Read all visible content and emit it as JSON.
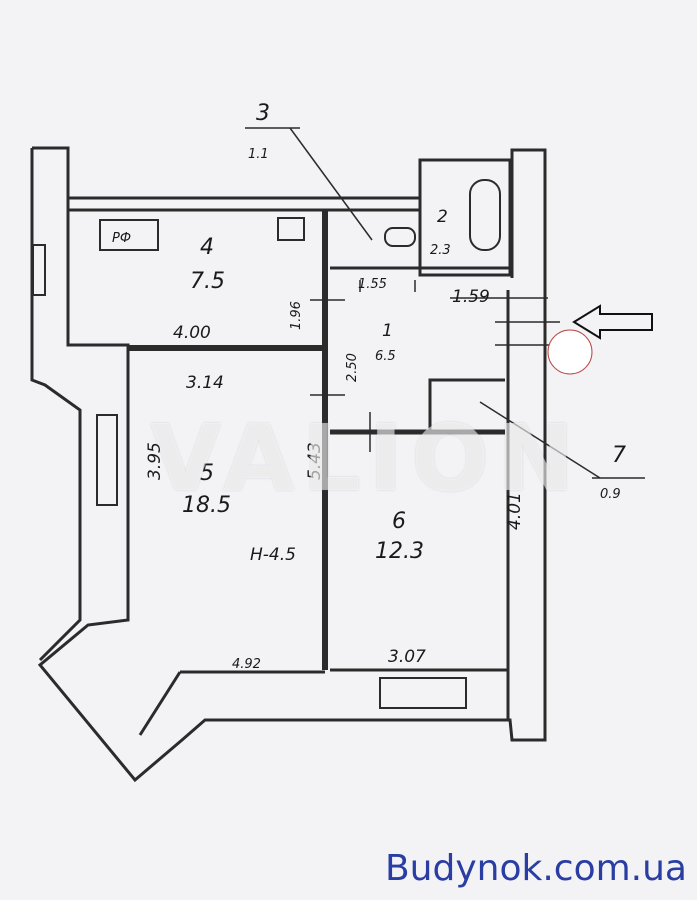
{
  "rooms": [
    {
      "number": "1",
      "area": "6.5"
    },
    {
      "number": "2",
      "area": "2.3"
    },
    {
      "number": "3",
      "area": "1.1"
    },
    {
      "number": "4",
      "area": "7.5"
    },
    {
      "number": "5",
      "area": "18.5"
    },
    {
      "number": "6",
      "area": "12.3"
    },
    {
      "number": "7",
      "area": "0.9"
    }
  ],
  "dimensions": {
    "d_155": "1.55",
    "d_159": "1.59",
    "d_196": "1.96",
    "d_250": "2.50",
    "d_400": "4.00",
    "d_314": "3.14",
    "d_395": "3.95",
    "d_543": "5.43",
    "d_401": "4.01",
    "d_492": "4.92",
    "d_307": "3.07"
  },
  "ceiling_height": "H-4.5",
  "kitchen_stove_label": "РФ",
  "watermark": "VALION",
  "brand": "Budynok.com.ua"
}
